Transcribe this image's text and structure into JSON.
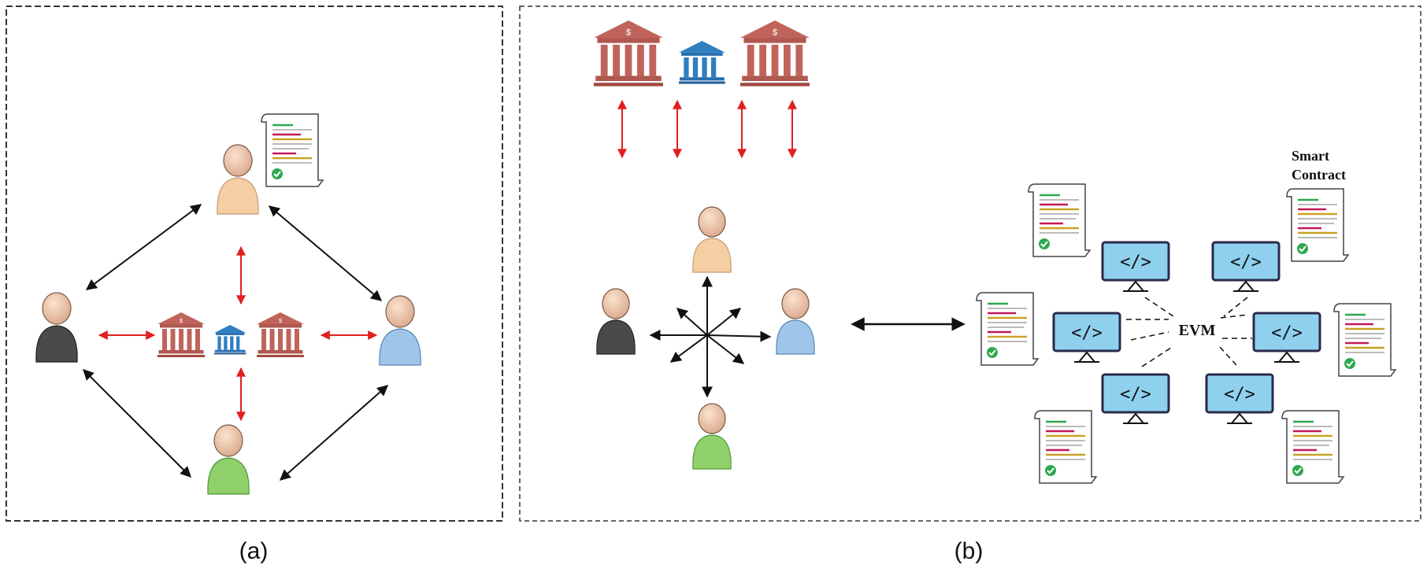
{
  "panels": {
    "a": {
      "caption": "(a)"
    },
    "b": {
      "caption": "(b)",
      "evm_label": "EVM",
      "smart_contract_line1": "Smart",
      "smart_contract_line2": "Contract"
    }
  },
  "colors": {
    "bank": "#c0645b",
    "central_bank": "#2f7fc1",
    "red_arrow": "#e02020",
    "black_arrow": "#111111",
    "monitor": "#8fd0ef",
    "user_dark": "#4a4a4a",
    "user_peach": "#f5cfa3",
    "user_blue": "#9fc6ea",
    "user_green": "#8fd06a",
    "border": "#333333"
  }
}
